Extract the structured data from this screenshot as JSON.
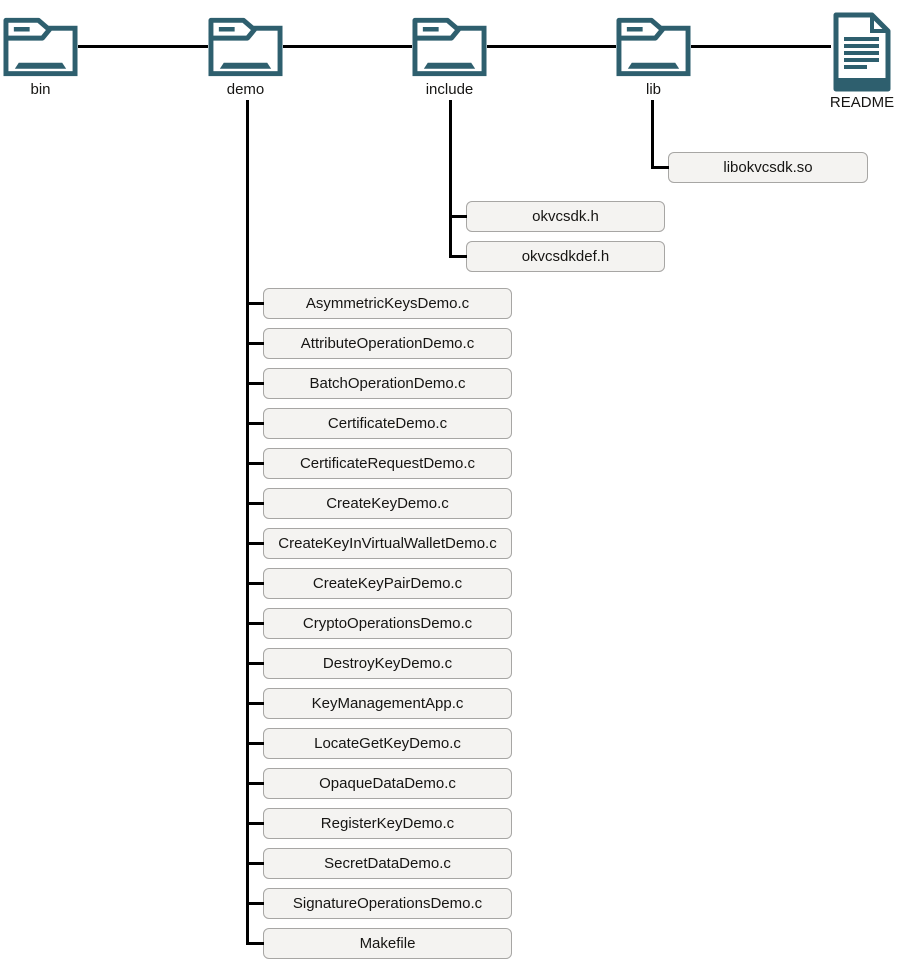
{
  "colors": {
    "icon_teal": "#2e5f6e",
    "connector_black": "#000000",
    "box_fill": "#f4f3f1",
    "box_border": "#a7a6a4",
    "text": "#161513"
  },
  "roots": [
    {
      "label": "bin",
      "icon": "folder-icon"
    },
    {
      "label": "demo",
      "icon": "folder-icon"
    },
    {
      "label": "include",
      "icon": "folder-icon"
    },
    {
      "label": "lib",
      "icon": "folder-icon"
    },
    {
      "label": "README",
      "icon": "document-icon"
    }
  ],
  "children": {
    "lib": [
      "libokvcsdk.so"
    ],
    "include": [
      "okvcsdk.h",
      "okvcsdkdef.h"
    ],
    "demo": [
      "AsymmetricKeysDemo.c",
      "AttributeOperationDemo.c",
      "BatchOperationDemo.c",
      "CertificateDemo.c",
      "CertificateRequestDemo.c",
      "CreateKeyDemo.c",
      "CreateKeyInVirtualWalletDemo.c",
      "CreateKeyPairDemo.c",
      "CryptoOperationsDemo.c",
      "DestroyKeyDemo.c",
      "KeyManagementApp.c",
      "LocateGetKeyDemo.c",
      "OpaqueDataDemo.c",
      "RegisterKeyDemo.c",
      "SecretDataDemo.c",
      "SignatureOperationsDemo.c",
      "Makefile"
    ]
  }
}
